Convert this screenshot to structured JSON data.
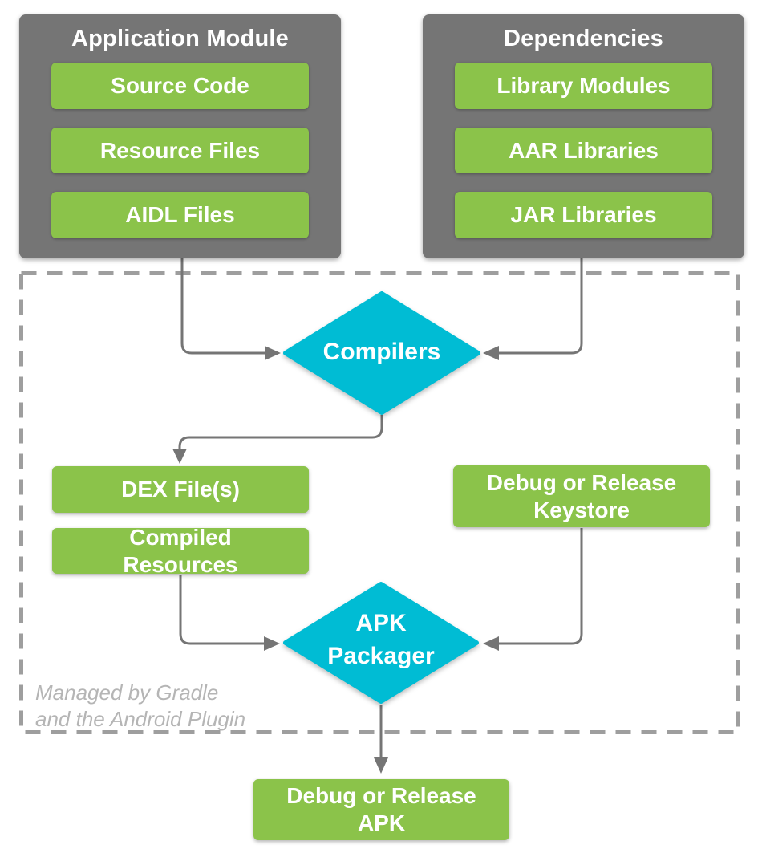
{
  "app_module": {
    "title": "Application Module",
    "items": [
      "Source Code",
      "Resource Files",
      "AIDL Files"
    ]
  },
  "dependencies": {
    "title": "Dependencies",
    "items": [
      "Library Modules",
      "AAR Libraries",
      "JAR Libraries"
    ]
  },
  "nodes": {
    "compilers": "Compilers",
    "dex_files": "DEX File(s)",
    "compiled_resources": "Compiled Resources",
    "keystore": "Debug or Release Keystore",
    "apk_packager": "APK Packager",
    "output_apk": "Debug or Release APK"
  },
  "note": {
    "lines": [
      "Managed by Gradle",
      "and the Android Plugin"
    ]
  },
  "edges": [
    {
      "from": "Application Module",
      "to": "Compilers"
    },
    {
      "from": "Dependencies",
      "to": "Compilers"
    },
    {
      "from": "Compilers",
      "to": "DEX File(s)"
    },
    {
      "from": "Compiled Resources",
      "to": "APK Packager"
    },
    {
      "from": "Debug or Release Keystore",
      "to": "APK Packager"
    },
    {
      "from": "APK Packager",
      "to": "Debug or Release APK"
    }
  ],
  "colors": {
    "container_gray": "#757575",
    "node_green": "#8BC34A",
    "diamond_cyan": "#00BCD4",
    "connector_gray": "#757575",
    "dashed_border_gray": "#9E9E9E",
    "note_text_gray": "#B5B5B5",
    "label_text": "#FFFFFF"
  }
}
